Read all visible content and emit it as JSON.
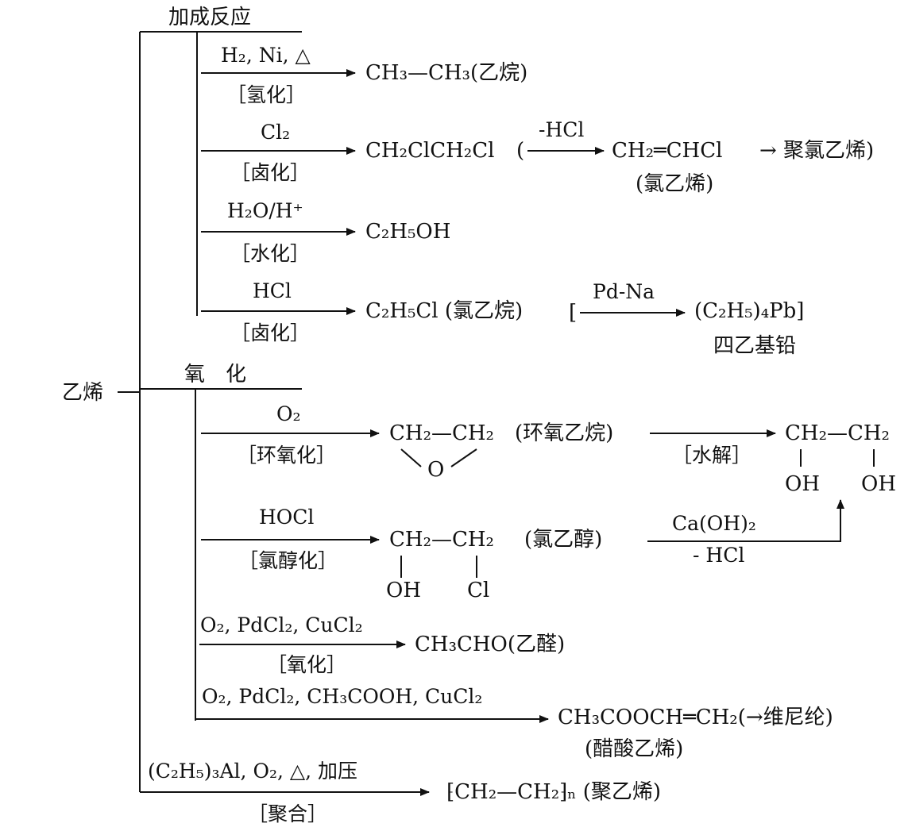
{
  "root": "乙烯",
  "branches": {
    "addition": {
      "heading": "加成反应",
      "hydrogenation": {
        "reagent": "H₂, Ni, △",
        "type": "［氢化］",
        "product": "CH₃—CH₃(乙烷)"
      },
      "chlorination": {
        "reagent": "Cl₂",
        "type": "［卤化］",
        "product": "CH₂ClCH₂Cl",
        "step_reagent": "-HCl",
        "step_product": "CH₂═CHCl",
        "step_product_name": "(氯乙烯)",
        "final_product": "→ 聚氯乙烯)",
        "open_paren": "("
      },
      "hydration": {
        "reagent": "H₂O/H⁺",
        "type": "［水化］",
        "product": "C₂H₅OH"
      },
      "hydrochlorination": {
        "reagent": "HCl",
        "type": "［卤化］",
        "product": "C₂H₅Cl (氯乙烷)",
        "open_bracket": "[",
        "step_reagent": "Pd-Na",
        "step_product": "(C₂H₅)₄Pb]",
        "step_product_name": "四乙基铅"
      }
    },
    "oxidation": {
      "heading": "氧　化",
      "epoxidation": {
        "reagent": "O₂",
        "type": "［环氧化］",
        "product_top": "CH₂—CH₂",
        "product_o": "O",
        "product_name": "(环氧乙烷)",
        "hydrolysis_label": "［水解］",
        "glycol_top": "CH₂—CH₂",
        "glycol_oh1": "OH",
        "glycol_oh2": "OH"
      },
      "chlorohydrin": {
        "reagent": "HOCl",
        "type": "［氯醇化］",
        "product_top": "CH₂—CH₂",
        "product_name": "(氯乙醇)",
        "sub_oh": "OH",
        "sub_cl": "Cl",
        "step_reagent": "Ca(OH)₂",
        "step_condition": "- HCl"
      },
      "wacker": {
        "reagent": "O₂, PdCl₂, CuCl₂",
        "type": "［氧化］",
        "product": "CH₃CHO(乙醛)"
      },
      "vinyl_acetate": {
        "reagent": "O₂, PdCl₂, CH₃COOH, CuCl₂",
        "product": "CH₃COOCH═CH₂(→维尼纶)",
        "product_name": "(醋酸乙烯)"
      }
    },
    "polymerization": {
      "reagent": "(C₂H₅)₃Al, O₂, △, 加压",
      "type": "［聚合］",
      "product": "⁅CH₂—CH₂⁆ₙ (聚乙烯)"
    }
  }
}
